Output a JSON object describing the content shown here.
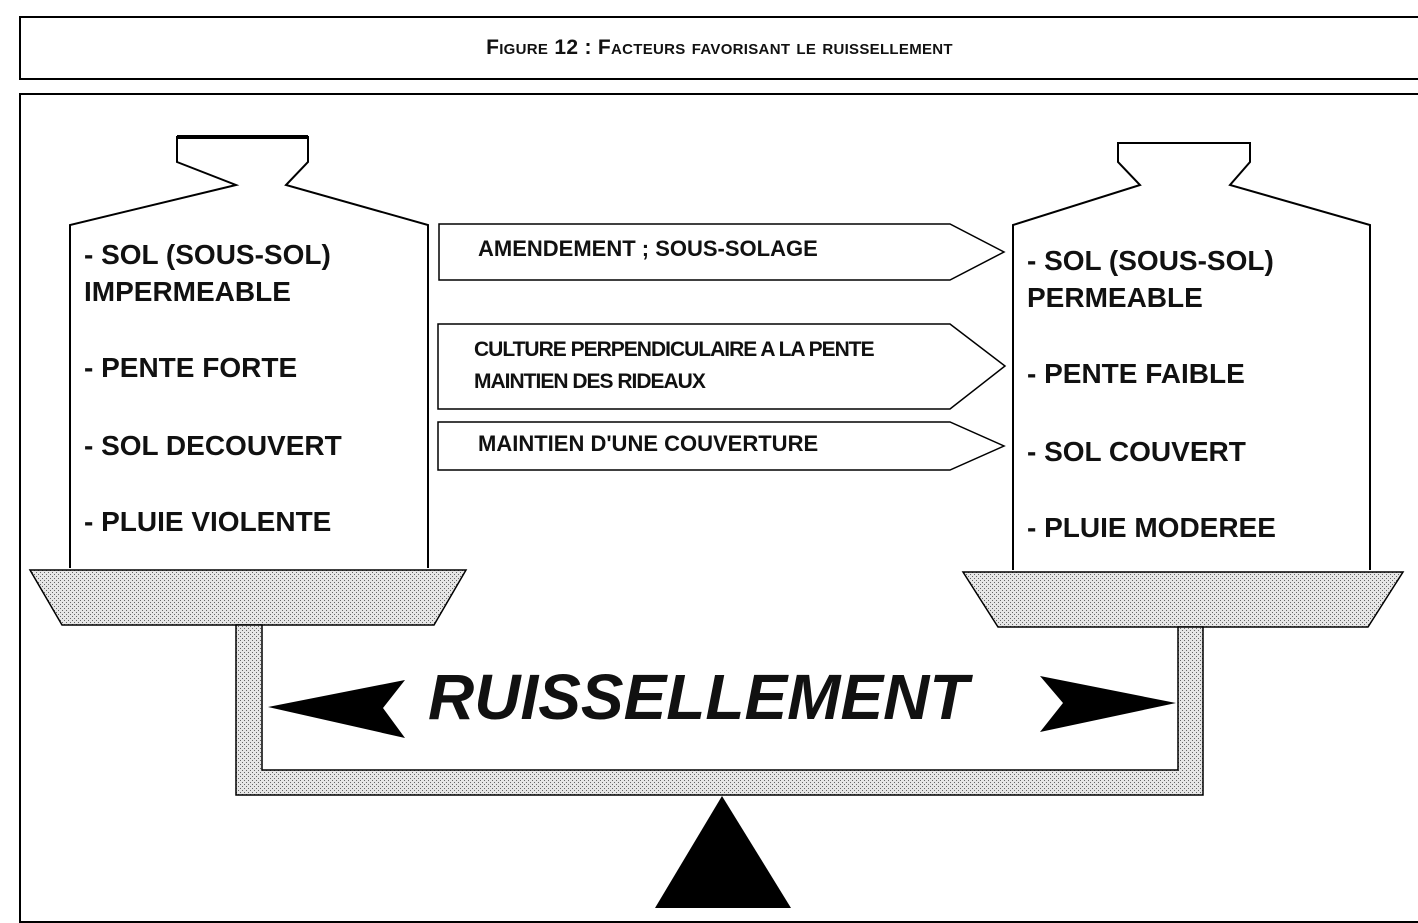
{
  "title": "Figure 12 : Facteurs favorisant le ruissellement",
  "left_weight": {
    "item1_line1": "- SOL (SOUS-SOL)",
    "item1_line2": "IMPERMEABLE",
    "item2": "- PENTE FORTE",
    "item3": "- SOL DECOUVERT",
    "item4": "- PLUIE VIOLENTE"
  },
  "right_weight": {
    "item1_line1": "- SOL (SOUS-SOL)",
    "item1_line2": "PERMEABLE",
    "item2": "- PENTE FAIBLE",
    "item3": "- SOL COUVERT",
    "item4": "- PLUIE MODEREE"
  },
  "arrows": {
    "a1": "AMENDEMENT ; SOUS-SOLAGE",
    "a2_line1": "CULTURE PERPENDICULAIRE A LA PENTE",
    "a2_line2": "MAINTIEN DES RIDEAUX",
    "a3": "MAINTIEN D'UNE COUVERTURE"
  },
  "center_label": "RUISSELLEMENT"
}
